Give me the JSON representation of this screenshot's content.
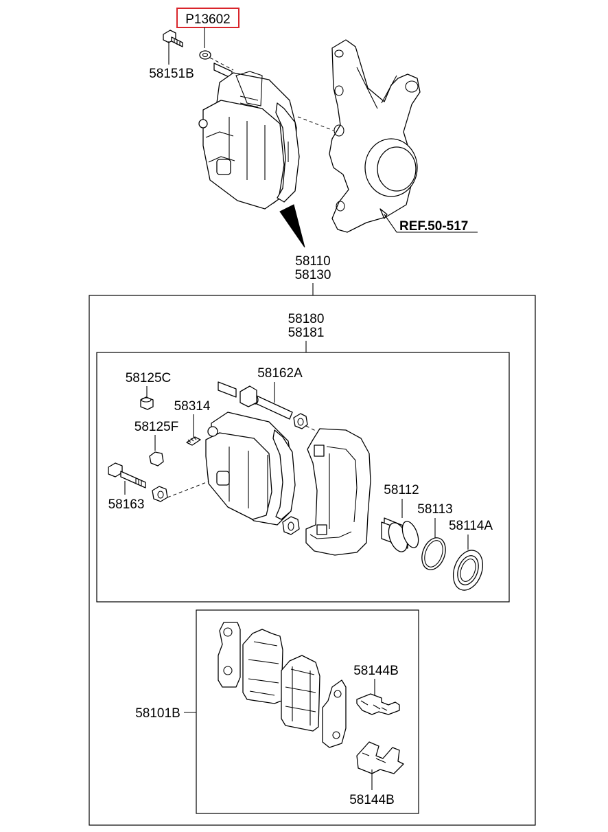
{
  "highlight_callout": "P13602",
  "ref_label": "REF.50-517",
  "labels": {
    "bolt_top": "58151B",
    "caliper_assy_1": "58110",
    "caliper_assy_2": "58130",
    "caliper_body_1": "58180",
    "caliper_body_2": "58181",
    "cap_c": "58125C",
    "guide_rod": "58162A",
    "bleeder": "58314",
    "cap_f": "58125F",
    "guide_bolt": "58163",
    "piston": "58112",
    "piston_seal": "58113",
    "boot": "58114A",
    "pad_kit": "58101B",
    "clip_upper": "58144B",
    "clip_lower": "58144B"
  }
}
